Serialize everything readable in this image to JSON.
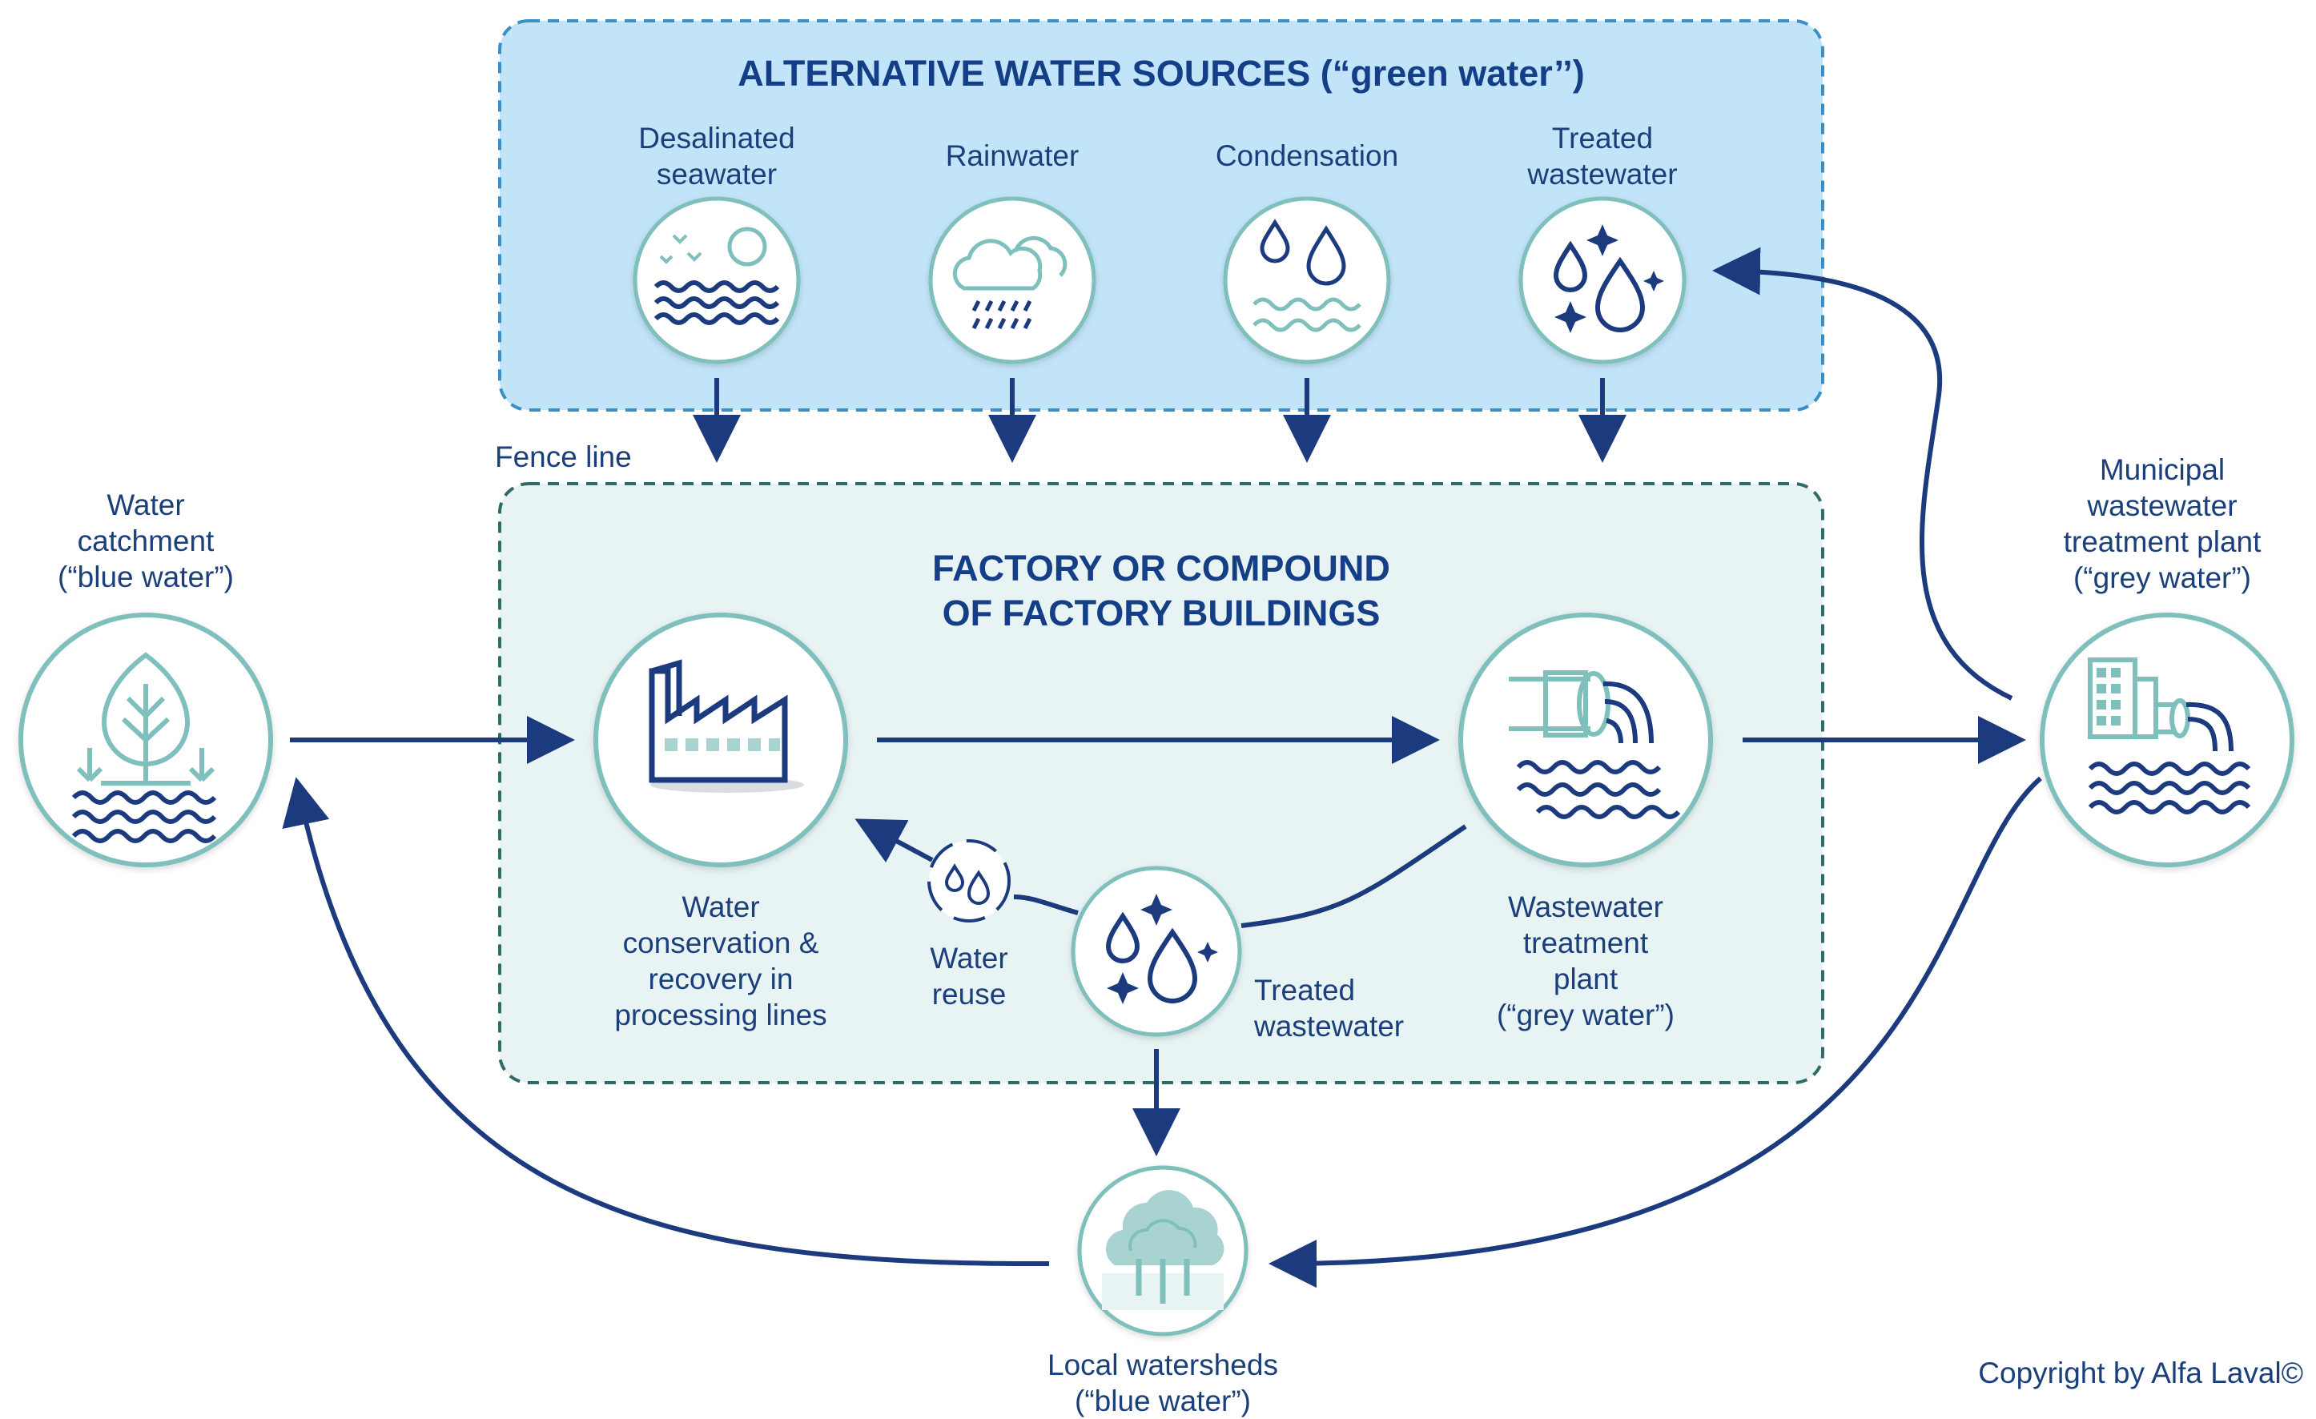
{
  "colors": {
    "navy": "#1c3a7e",
    "teal": "#7fbfbc",
    "teal_dark": "#2f6b68",
    "sky_panel": "#c2e4f8",
    "sky_border": "#3a8fc6",
    "factory_panel": "#e8f3f4",
    "icon_light": "#a9d3d1"
  },
  "sources_panel": {
    "title": "ALTERNATIVE WATER SOURCES (“green water’’)",
    "items": [
      {
        "label": "Desalinated\nseawater",
        "icon": "sea-sun-birds-icon"
      },
      {
        "label": "Rainwater",
        "icon": "rain-cloud-icon"
      },
      {
        "label": "Condensation",
        "icon": "water-drops-waves-icon"
      },
      {
        "label": "Treated\nwastewater",
        "icon": "sparkle-drops-icon"
      }
    ]
  },
  "fence_label": "Fence line",
  "factory_panel": {
    "title": "FACTORY OR COMPOUND\nOF FACTORY BUILDINGS",
    "conservation_label": "Water\nconservation &\nrecovery in\nprocessing lines",
    "wastewater_plant_label": "Wastewater\ntreatment\nplant\n(“grey water”)",
    "reuse_label": "Water\nreuse",
    "treated_label": "Treated\nwastewater"
  },
  "catchment_label": "Water\ncatchment\n(“blue water”)",
  "municipal_label": "Municipal\nwastewater\ntreatment plant\n(“grey water”)",
  "watersheds_label": "Local watersheds\n(“blue water”)",
  "copyright": "Copyright by Alfa Laval©"
}
